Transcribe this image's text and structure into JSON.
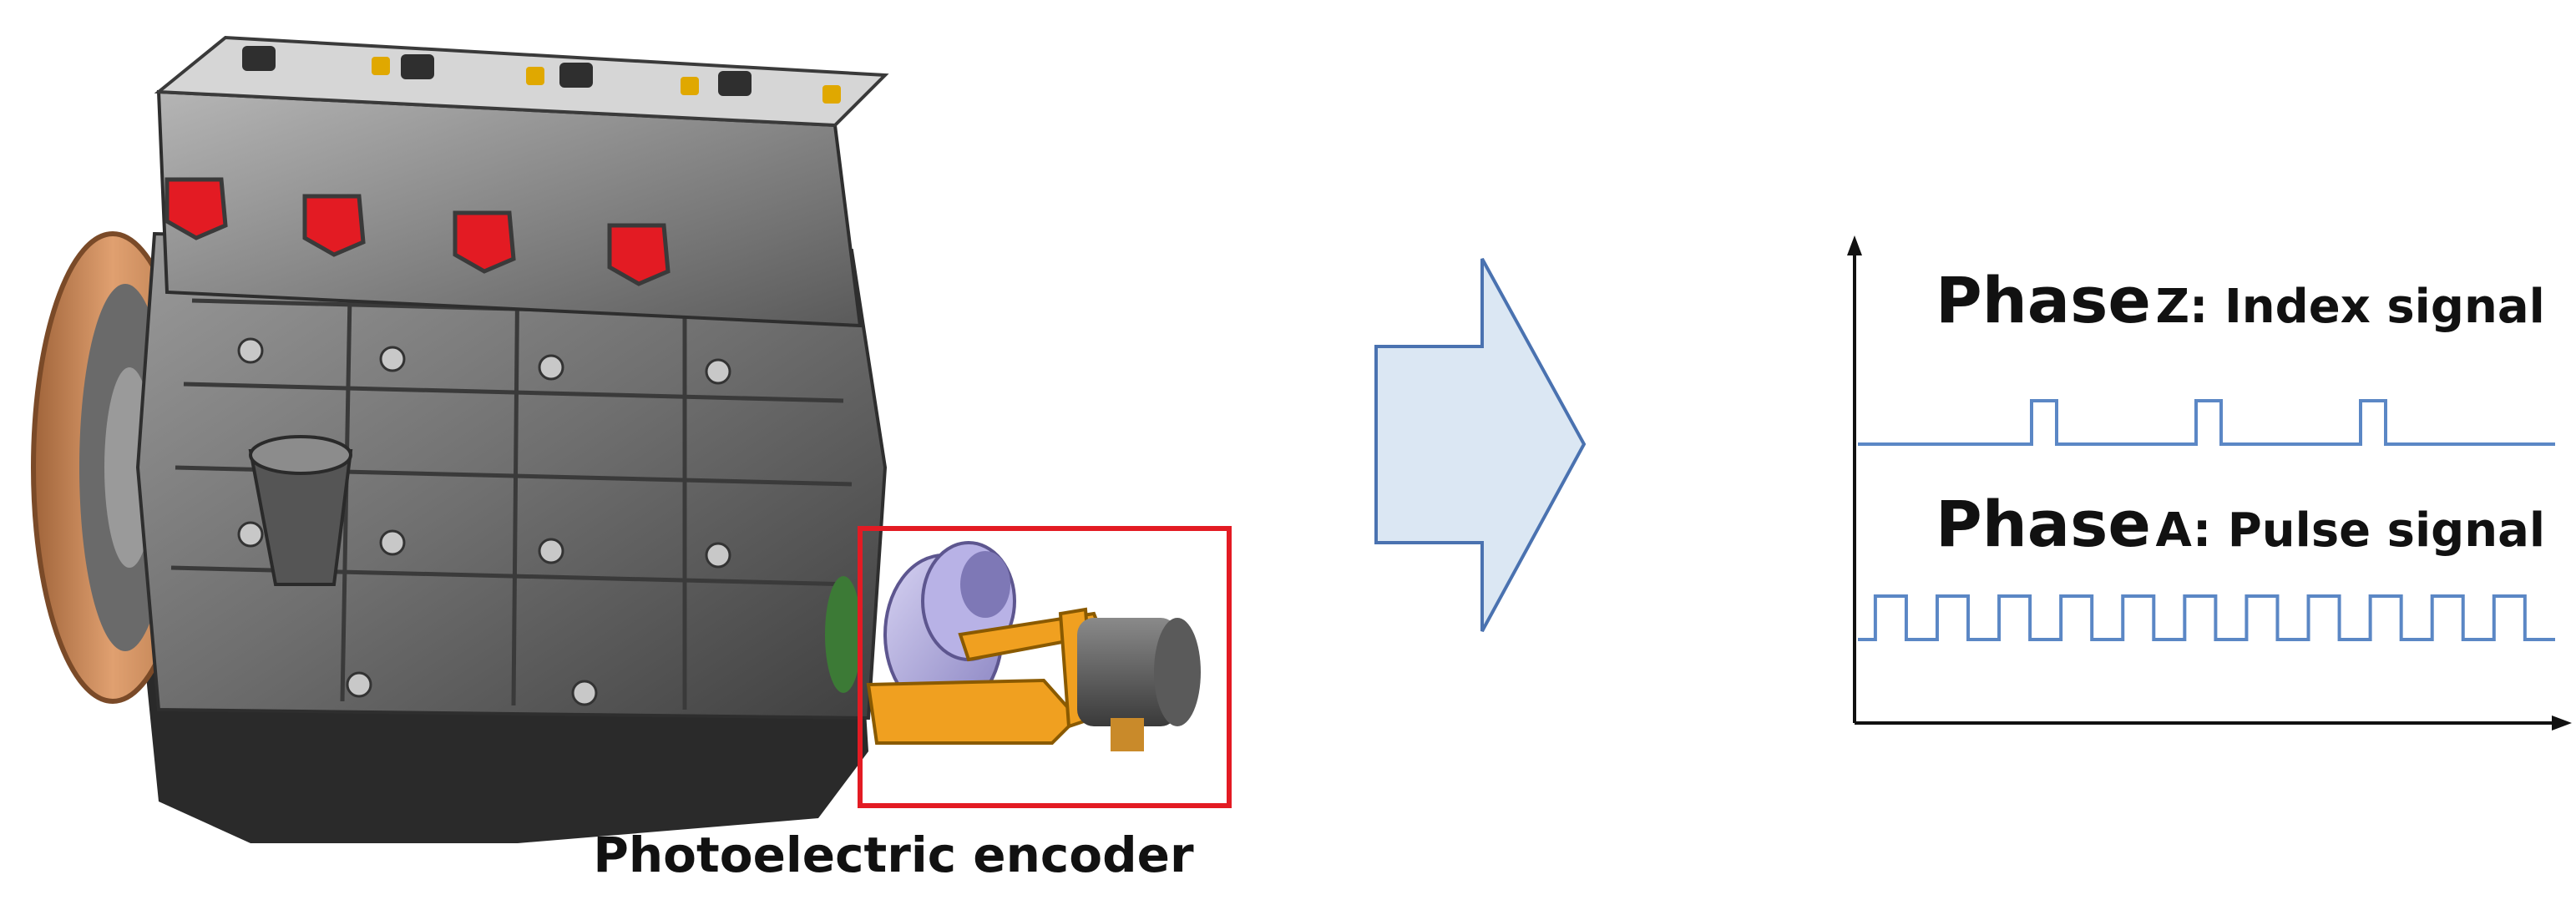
{
  "engine": {
    "caption": "Photoelectric encoder",
    "highlight_color": "#e31b23"
  },
  "arrow": {
    "fill": "#dbe7f3",
    "stroke": "#4a72b0"
  },
  "signals": {
    "z": {
      "phase_word": "Phase",
      "suffix": "Z: Index signal",
      "pulse_count": 3
    },
    "a": {
      "phase_word": "Phase",
      "suffix": "A: Pulse signal",
      "pulse_count": 11
    },
    "line_color": "#5b87c5"
  }
}
